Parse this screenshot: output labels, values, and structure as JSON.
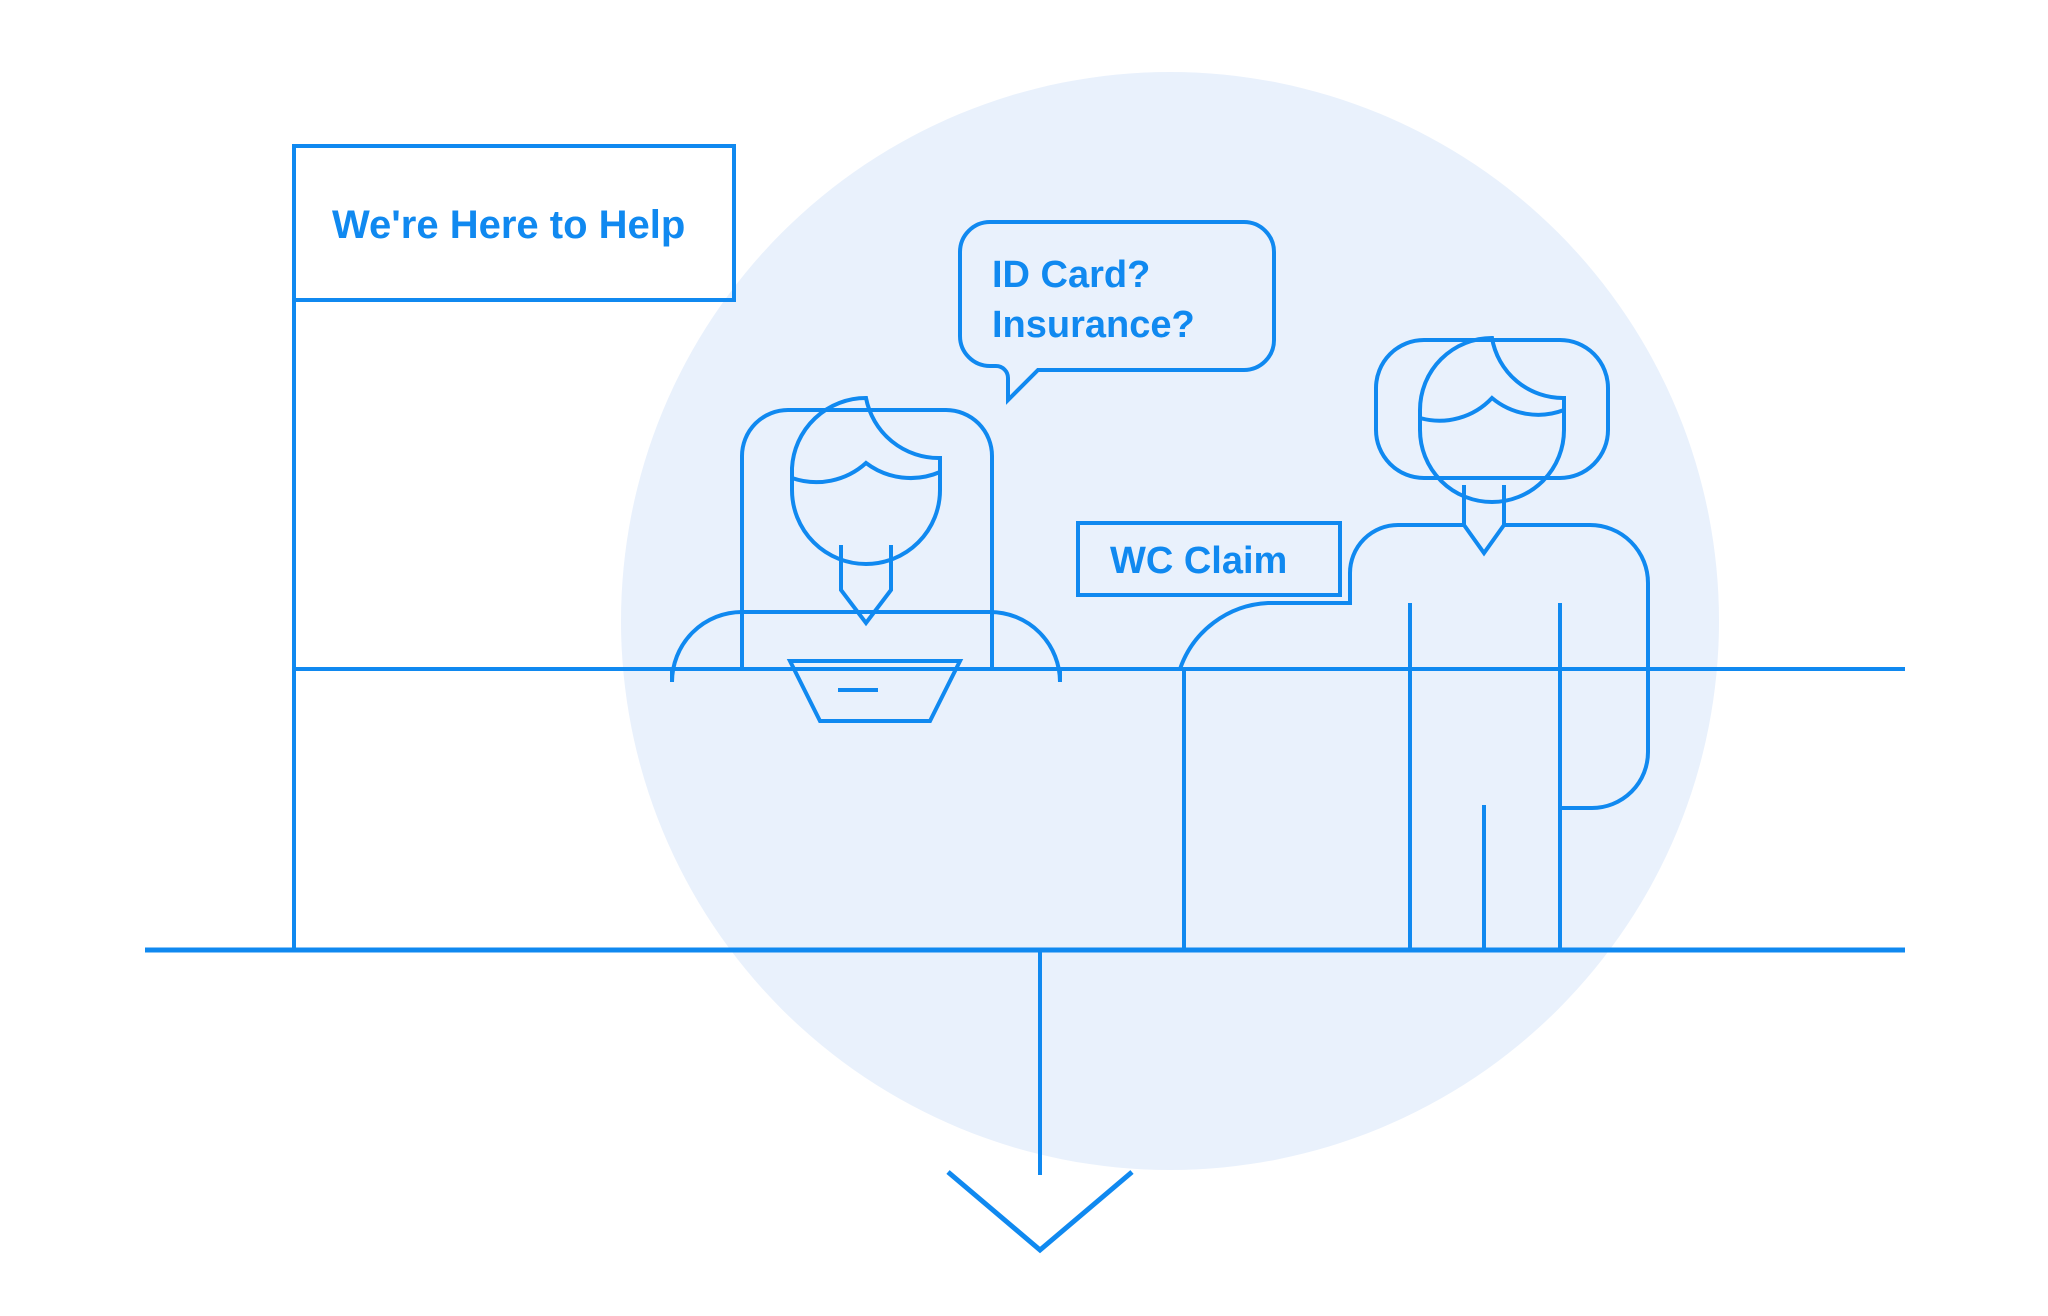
{
  "illustration": {
    "title": "We're Here to Help",
    "type": "line-art-scene",
    "description": "Front-desk reception scene: a seated receptionist behind a counter and a standing visitor, with a downward arrow below the counter."
  },
  "colors": {
    "stroke": "#1089f0",
    "text": "#1089f0",
    "circle_fill": "#e9f1fc",
    "page_background": "#ffffff"
  },
  "callouts": {
    "header_label": {
      "text": "We're Here to Help",
      "shape": "rectangle"
    },
    "speech_bubble": {
      "line1": "ID Card?",
      "line2": "Insurance?",
      "shape": "rounded-rectangle-with-tail"
    },
    "tag_label": {
      "text": "WC Claim",
      "shape": "rectangle"
    }
  },
  "figures": [
    {
      "name": "receptionist",
      "pose": "seated",
      "props": [
        "chair-back",
        "laptop"
      ]
    },
    {
      "name": "visitor",
      "pose": "standing",
      "props": [
        "arm-on-counter"
      ]
    }
  ],
  "elements": {
    "backdrop_circle": "background-circle",
    "ground_line": "ground-line",
    "counter": "reception-counter",
    "arrow": "down-arrow"
  }
}
